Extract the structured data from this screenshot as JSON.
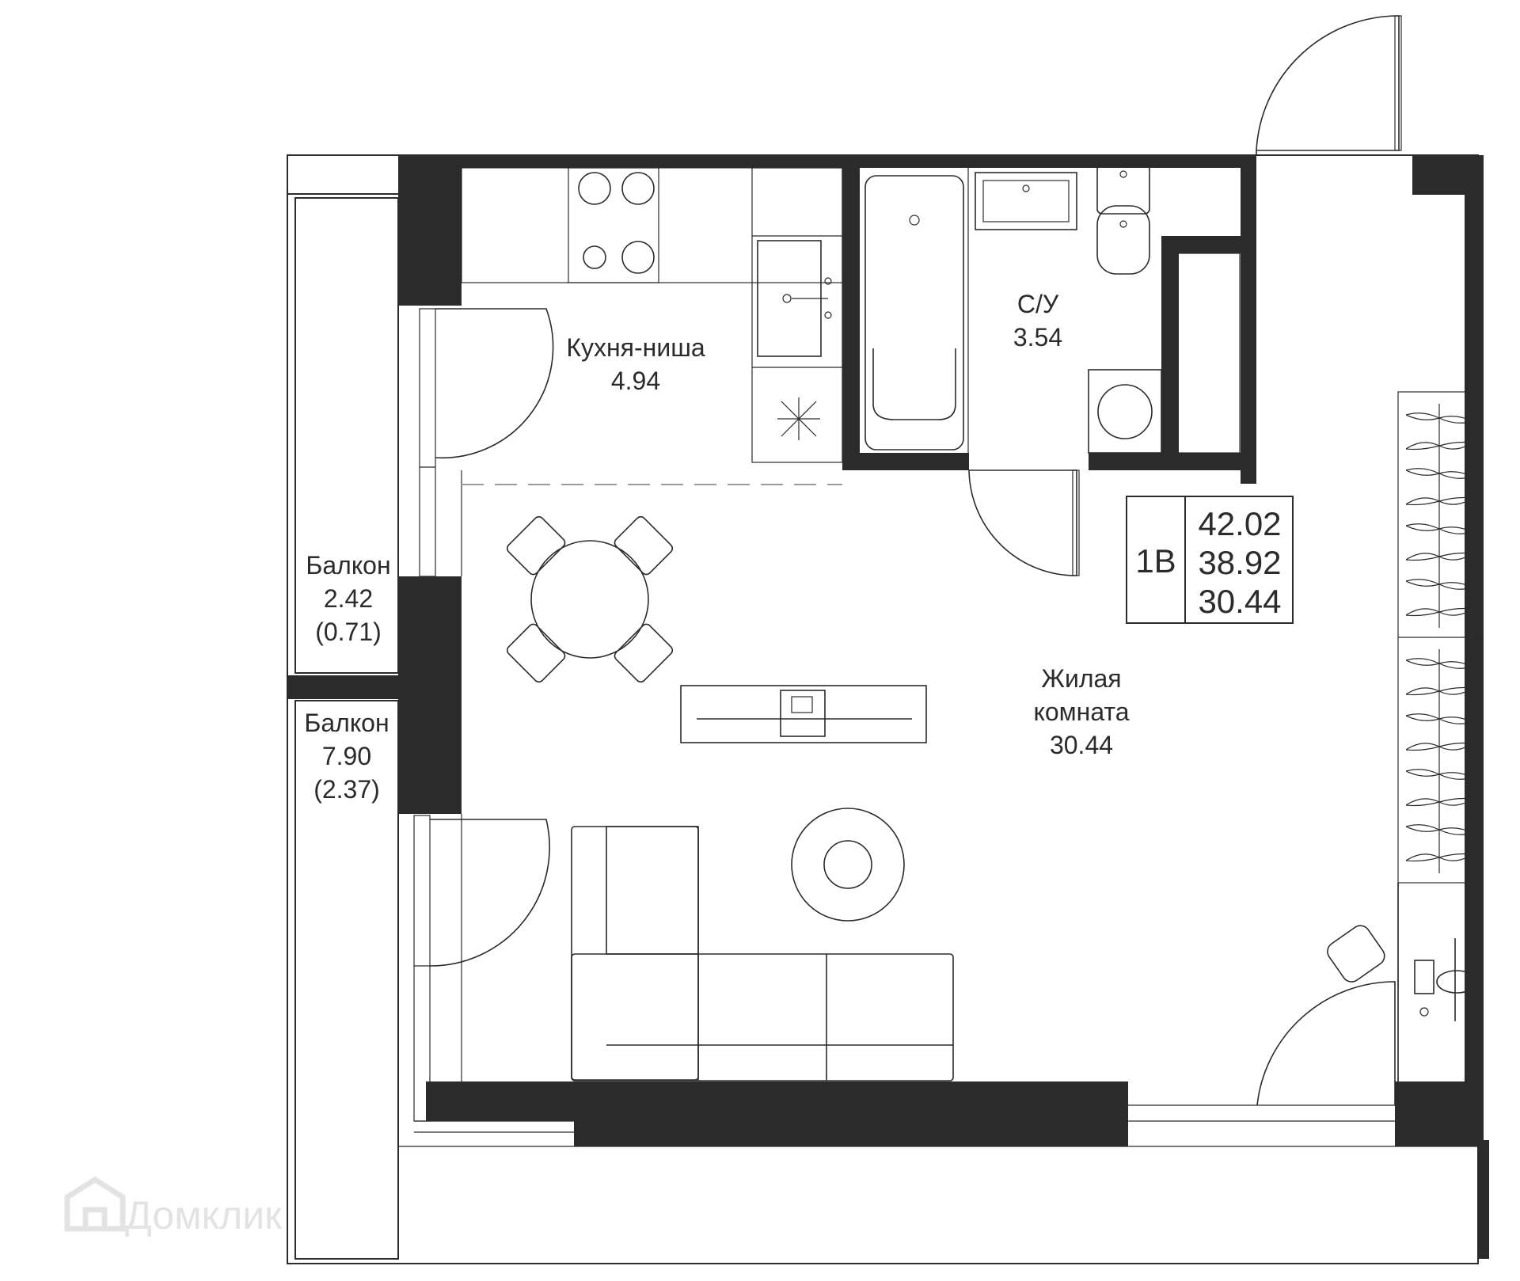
{
  "rooms": {
    "kitchen": {
      "name": "Кухня-ниша",
      "area": "4.94"
    },
    "bathroom": {
      "name": "С/У",
      "area": "3.54"
    },
    "living": {
      "name_line1": "Жилая",
      "name_line2": "комната",
      "area": "30.44"
    },
    "balcony_upper": {
      "name": "Балкон",
      "area": "2.42",
      "reduced_area": "(0.71)"
    },
    "balcony_lower": {
      "name": "Балкон",
      "area": "7.90",
      "reduced_area": "(2.37)"
    }
  },
  "apartment_summary": {
    "type": "1В",
    "total_area": "42.02",
    "area_without_balconies": "38.92",
    "living_area": "30.44"
  },
  "watermark": {
    "text": "Домклик",
    "icon": "house-icon"
  }
}
